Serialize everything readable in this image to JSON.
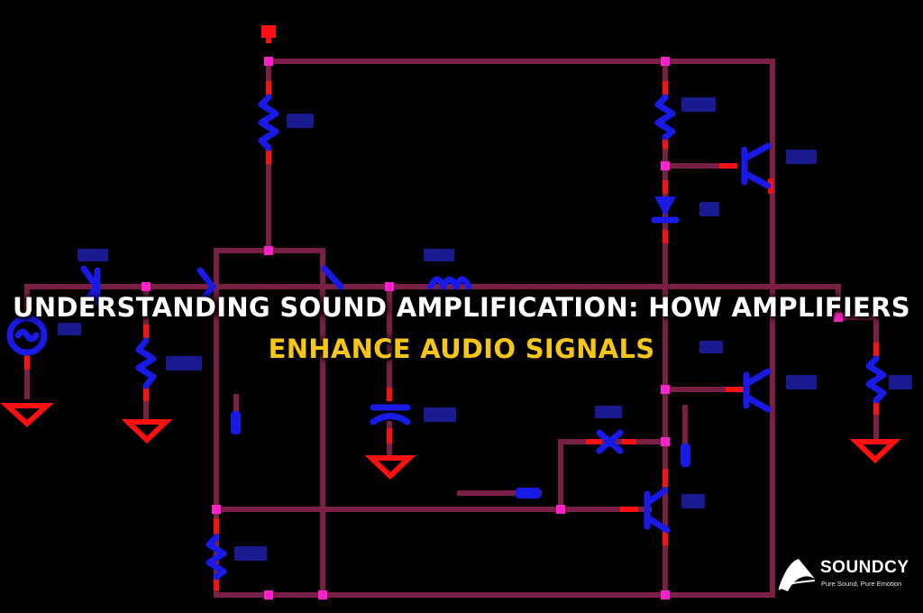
{
  "title": {
    "line1": "UNDERSTANDING SOUND AMPLIFICATION: HOW AMPLIFIERS",
    "line2": "ENHANCE AUDIO SIGNALS"
  },
  "brand": {
    "name": "SOUNDCY",
    "tagline": "Pure Sound, Pure Emotion"
  },
  "colors": {
    "background": "#000000",
    "wire": "#7a1f45",
    "terminal": "#ff1010",
    "component": "#1a1ae6",
    "node": "#ff22cc",
    "title_primary": "#ffffff",
    "title_accent": "#f5c518"
  },
  "icons": {
    "brand": "wave-arrow-icon"
  }
}
